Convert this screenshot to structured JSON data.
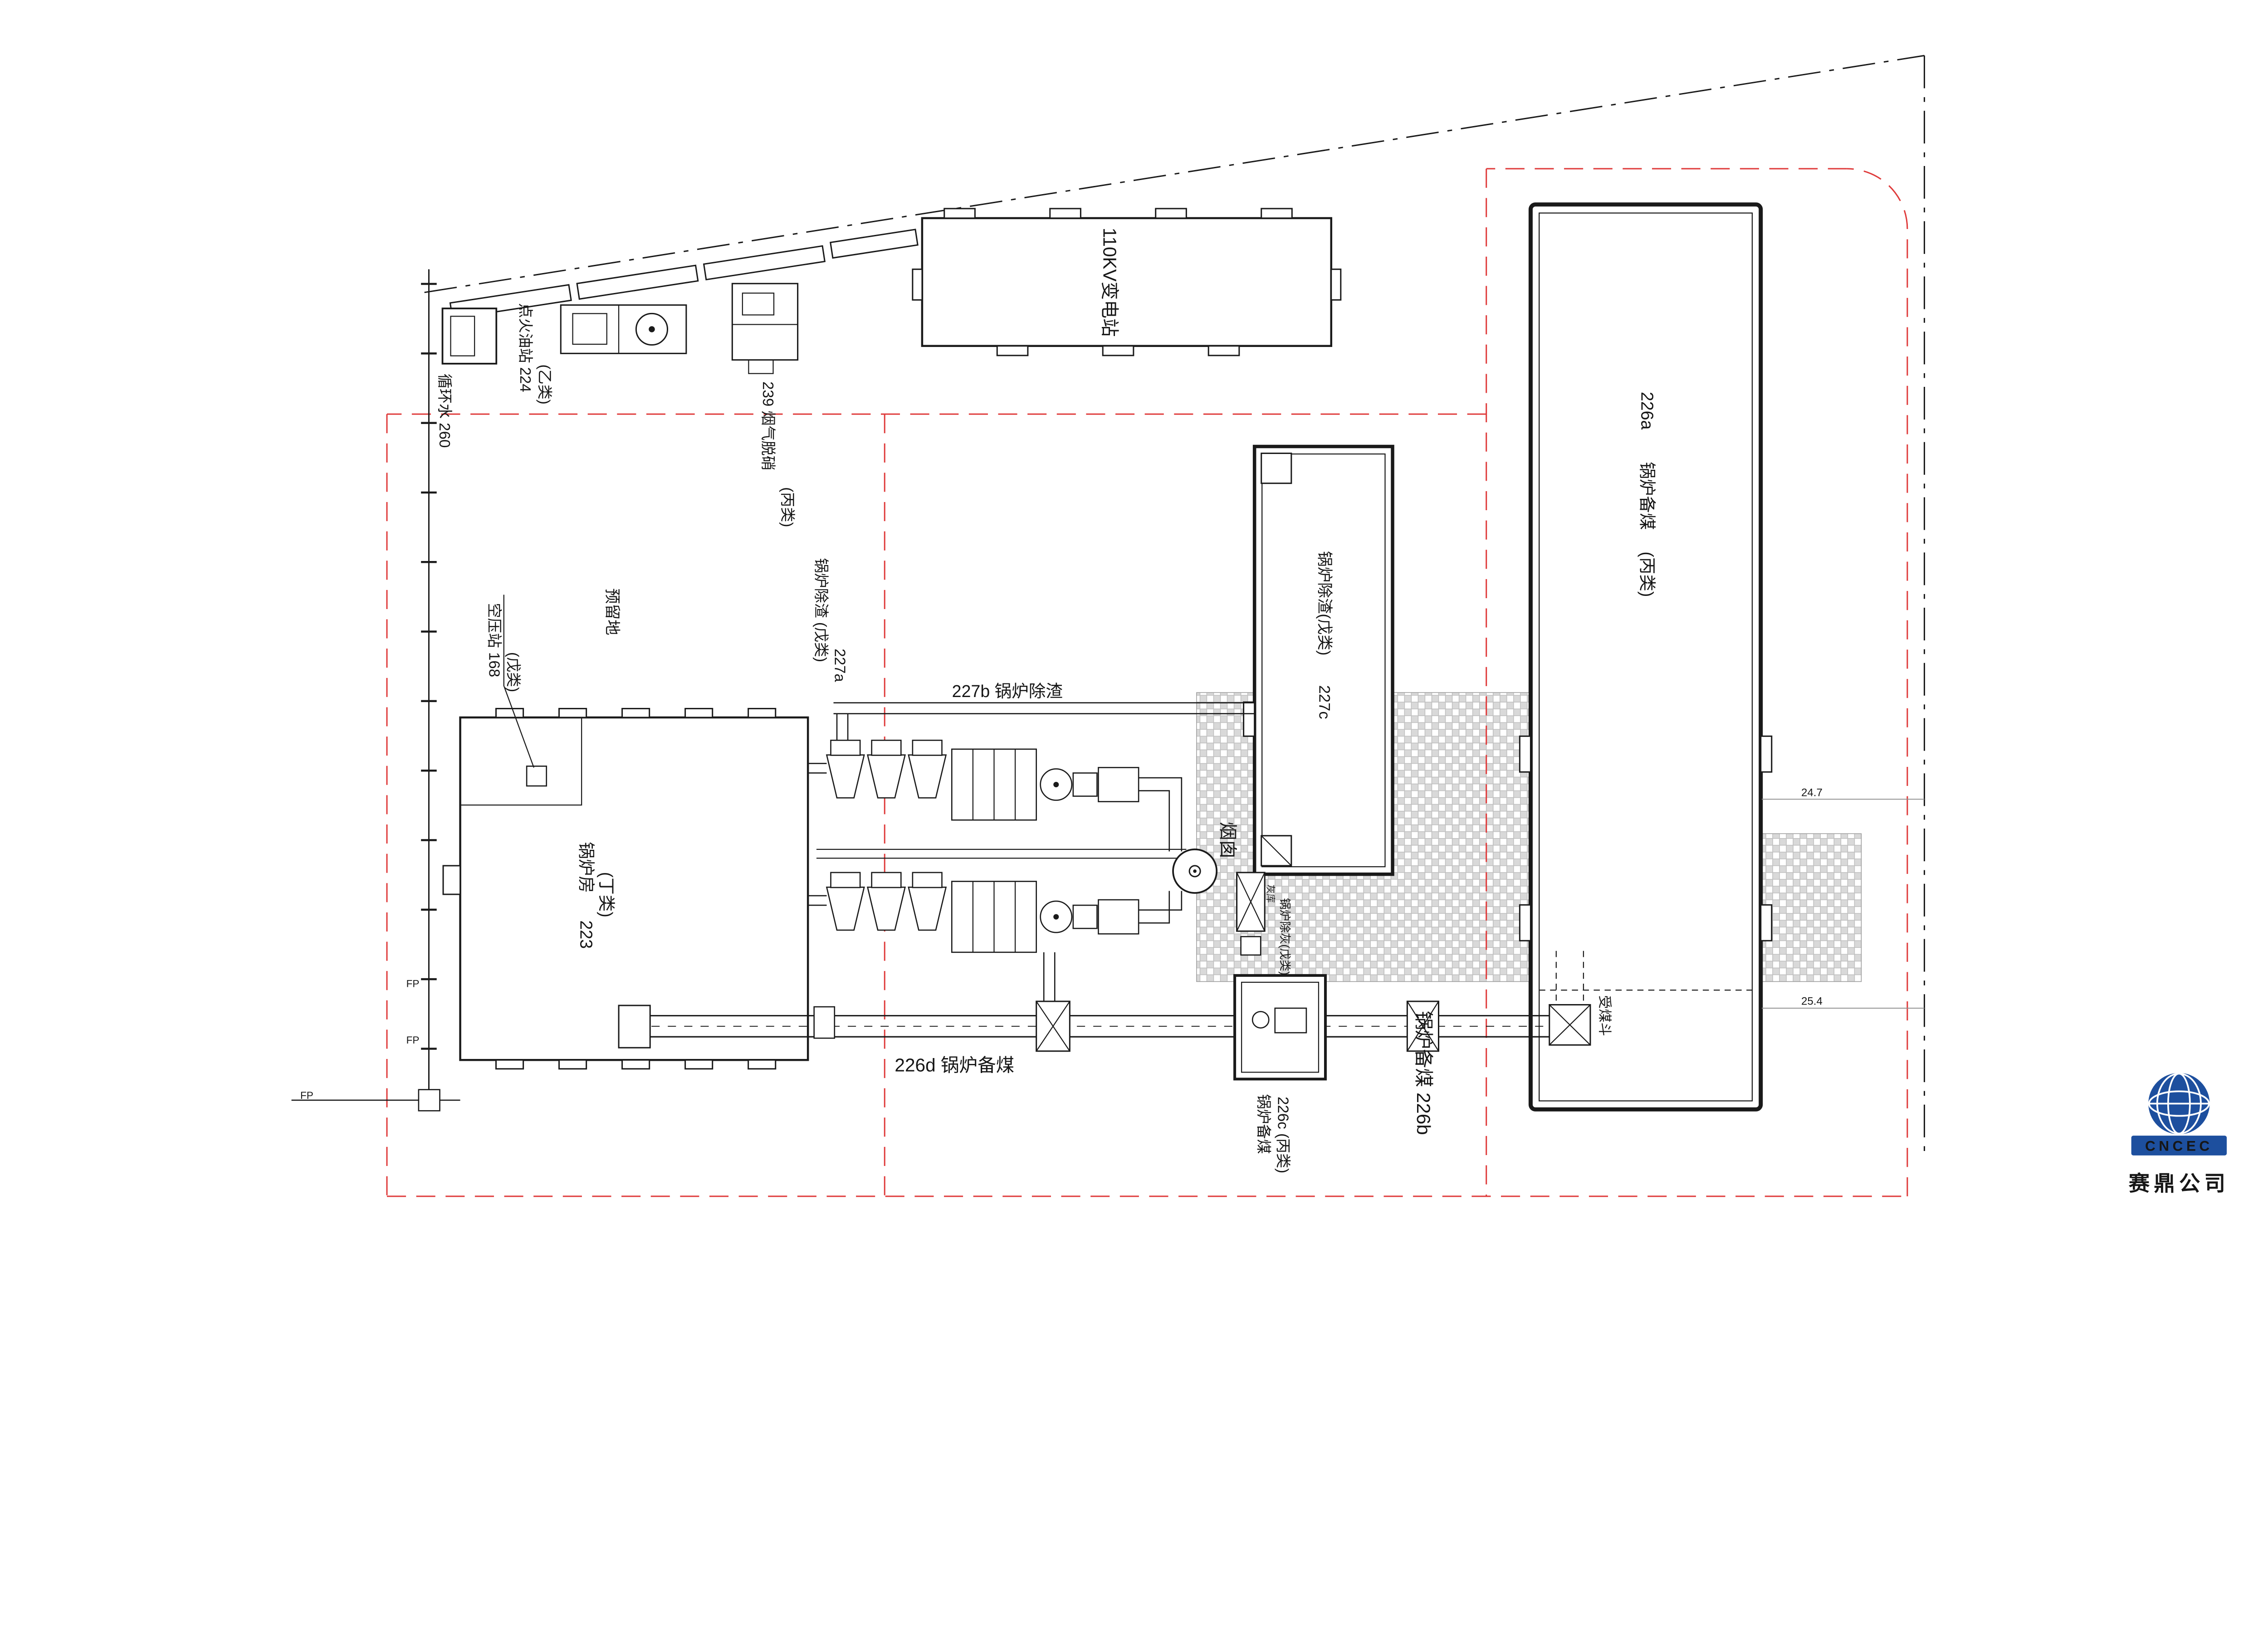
{
  "drawing": {
    "type": "plant-site-plan",
    "colors": {
      "line": "#1a1a1a",
      "boundary_red": "#df3b3b",
      "logo_blue": "#1d4f9e"
    }
  },
  "labels": {
    "substation_110kv": "110KV变电站",
    "ignition_oil_station": "点火油站 224",
    "ignition_oil_class": "(乙类)",
    "circulating_water": "循环水 260",
    "denitration": "239 烟气脱硝",
    "denitration_class": "(丙类)",
    "slag_227a": "锅炉除渣 (戊类)",
    "slag_227a_num": "227a",
    "slag_227b": "227b 锅炉除渣",
    "slag_227c": "锅炉除渣(戊类)",
    "slag_227c_num": "227c",
    "coal_226a_num": "226a",
    "coal_226a": "锅炉备煤",
    "coal_226a_class": "(丙类)",
    "reserved_land": "预留地",
    "air_compressor": "空压站 168",
    "air_compressor_class": "(戊类)",
    "boiler_house": "锅炉房",
    "boiler_house_class": "(丁类)",
    "boiler_house_num": "223",
    "chimney": "烟囱",
    "ash_removal": "锅炉除灰(戊类)",
    "ash_silo": "灰库",
    "coal_226d": "226d 锅炉备煤",
    "coal_226c": "锅炉备煤",
    "coal_226c_num": "226c (丙类)",
    "coal_226b": "锅炉备煤 226b",
    "coal_hopper": "受煤斗",
    "dim_top": "24.7",
    "dim_bottom": "25.4",
    "fp_left_upper": "FP",
    "fp_left_lower": "FP",
    "fp_bottom": "FP"
  },
  "logo": {
    "acronym": "CNCEC",
    "company": "赛鼎公司"
  }
}
